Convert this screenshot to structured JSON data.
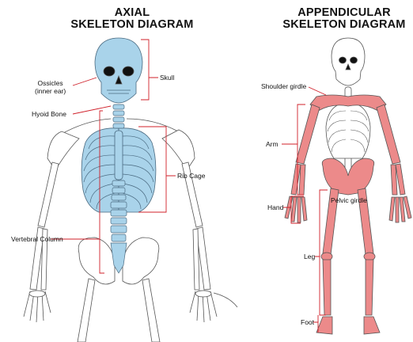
{
  "axial": {
    "title_line1": "AXIAL",
    "title_line2": "SKELETON DIAGRAM",
    "labels": {
      "ossicles_line1": "Ossicles",
      "ossicles_line2": "(inner ear)",
      "hyoid": "Hyoid Bone",
      "skull": "Skull",
      "rib_cage": "Rib Cage",
      "vertebral_column": "Vertebral Column"
    }
  },
  "appendicular": {
    "title_line1": "APPENDICULAR",
    "title_line2": "SKELETON DIAGRAM",
    "labels": {
      "shoulder_girdle": "Shoulder girdle",
      "arm": "Arm",
      "hand": "Hand",
      "pelvic_girdle": "Pelvic girdle",
      "leg": "Leg",
      "foot": "Foot"
    }
  },
  "colors": {
    "axial_highlight": "#a9d3ea",
    "appendicular_highlight": "#ec8a8a",
    "leader_line": "#d0202a",
    "bone_outline": "#555555"
  }
}
